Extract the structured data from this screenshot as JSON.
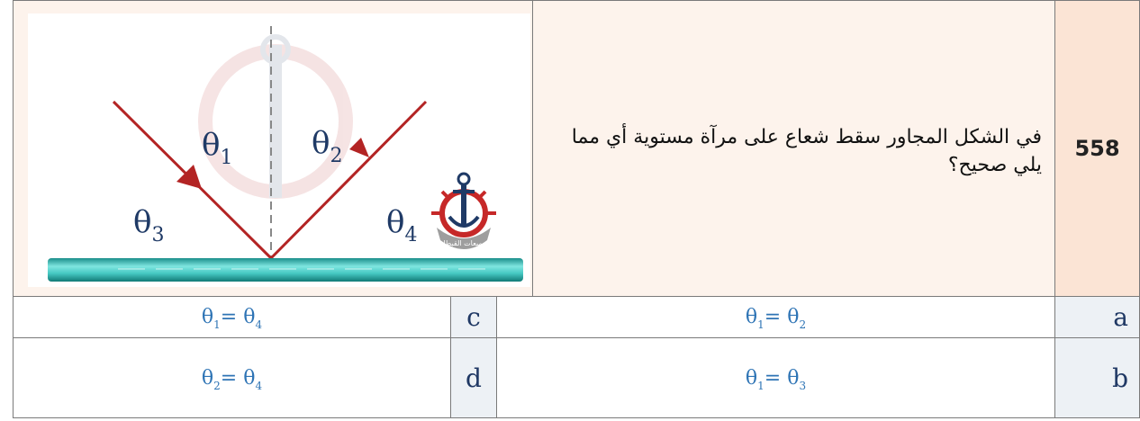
{
  "question": {
    "number": "558",
    "text": "في الشكل المجاور سقط شعاع على مرآة مستوية أي مما يلي صحيح؟"
  },
  "figure": {
    "labels": {
      "theta1": "θ",
      "theta1_sub": "1",
      "theta2": "θ",
      "theta2_sub": "2",
      "theta3": "θ",
      "theta3_sub": "3",
      "theta4": "θ",
      "theta4_sub": "4"
    },
    "logo_text": "تجميعات القبطان",
    "colors": {
      "ray": "#b32424",
      "mirror": "#46c8c3",
      "normal": "#888888",
      "label": "#1f3a66"
    }
  },
  "answers": {
    "a": {
      "letter": "a",
      "left": "θ",
      "left_sub": "1",
      "eq": "= ",
      "right": "θ",
      "right_sub": "2"
    },
    "b": {
      "letter": "b",
      "left": "θ",
      "left_sub": "1",
      "eq": "= ",
      "right": "θ",
      "right_sub": "3"
    },
    "c": {
      "letter": "c",
      "left": "θ",
      "left_sub": "1",
      "eq": "= ",
      "right": "θ",
      "right_sub": "4"
    },
    "d": {
      "letter": "d",
      "left": "θ",
      "left_sub": "2",
      "eq": "= ",
      "right": "θ",
      "right_sub": "4"
    }
  }
}
